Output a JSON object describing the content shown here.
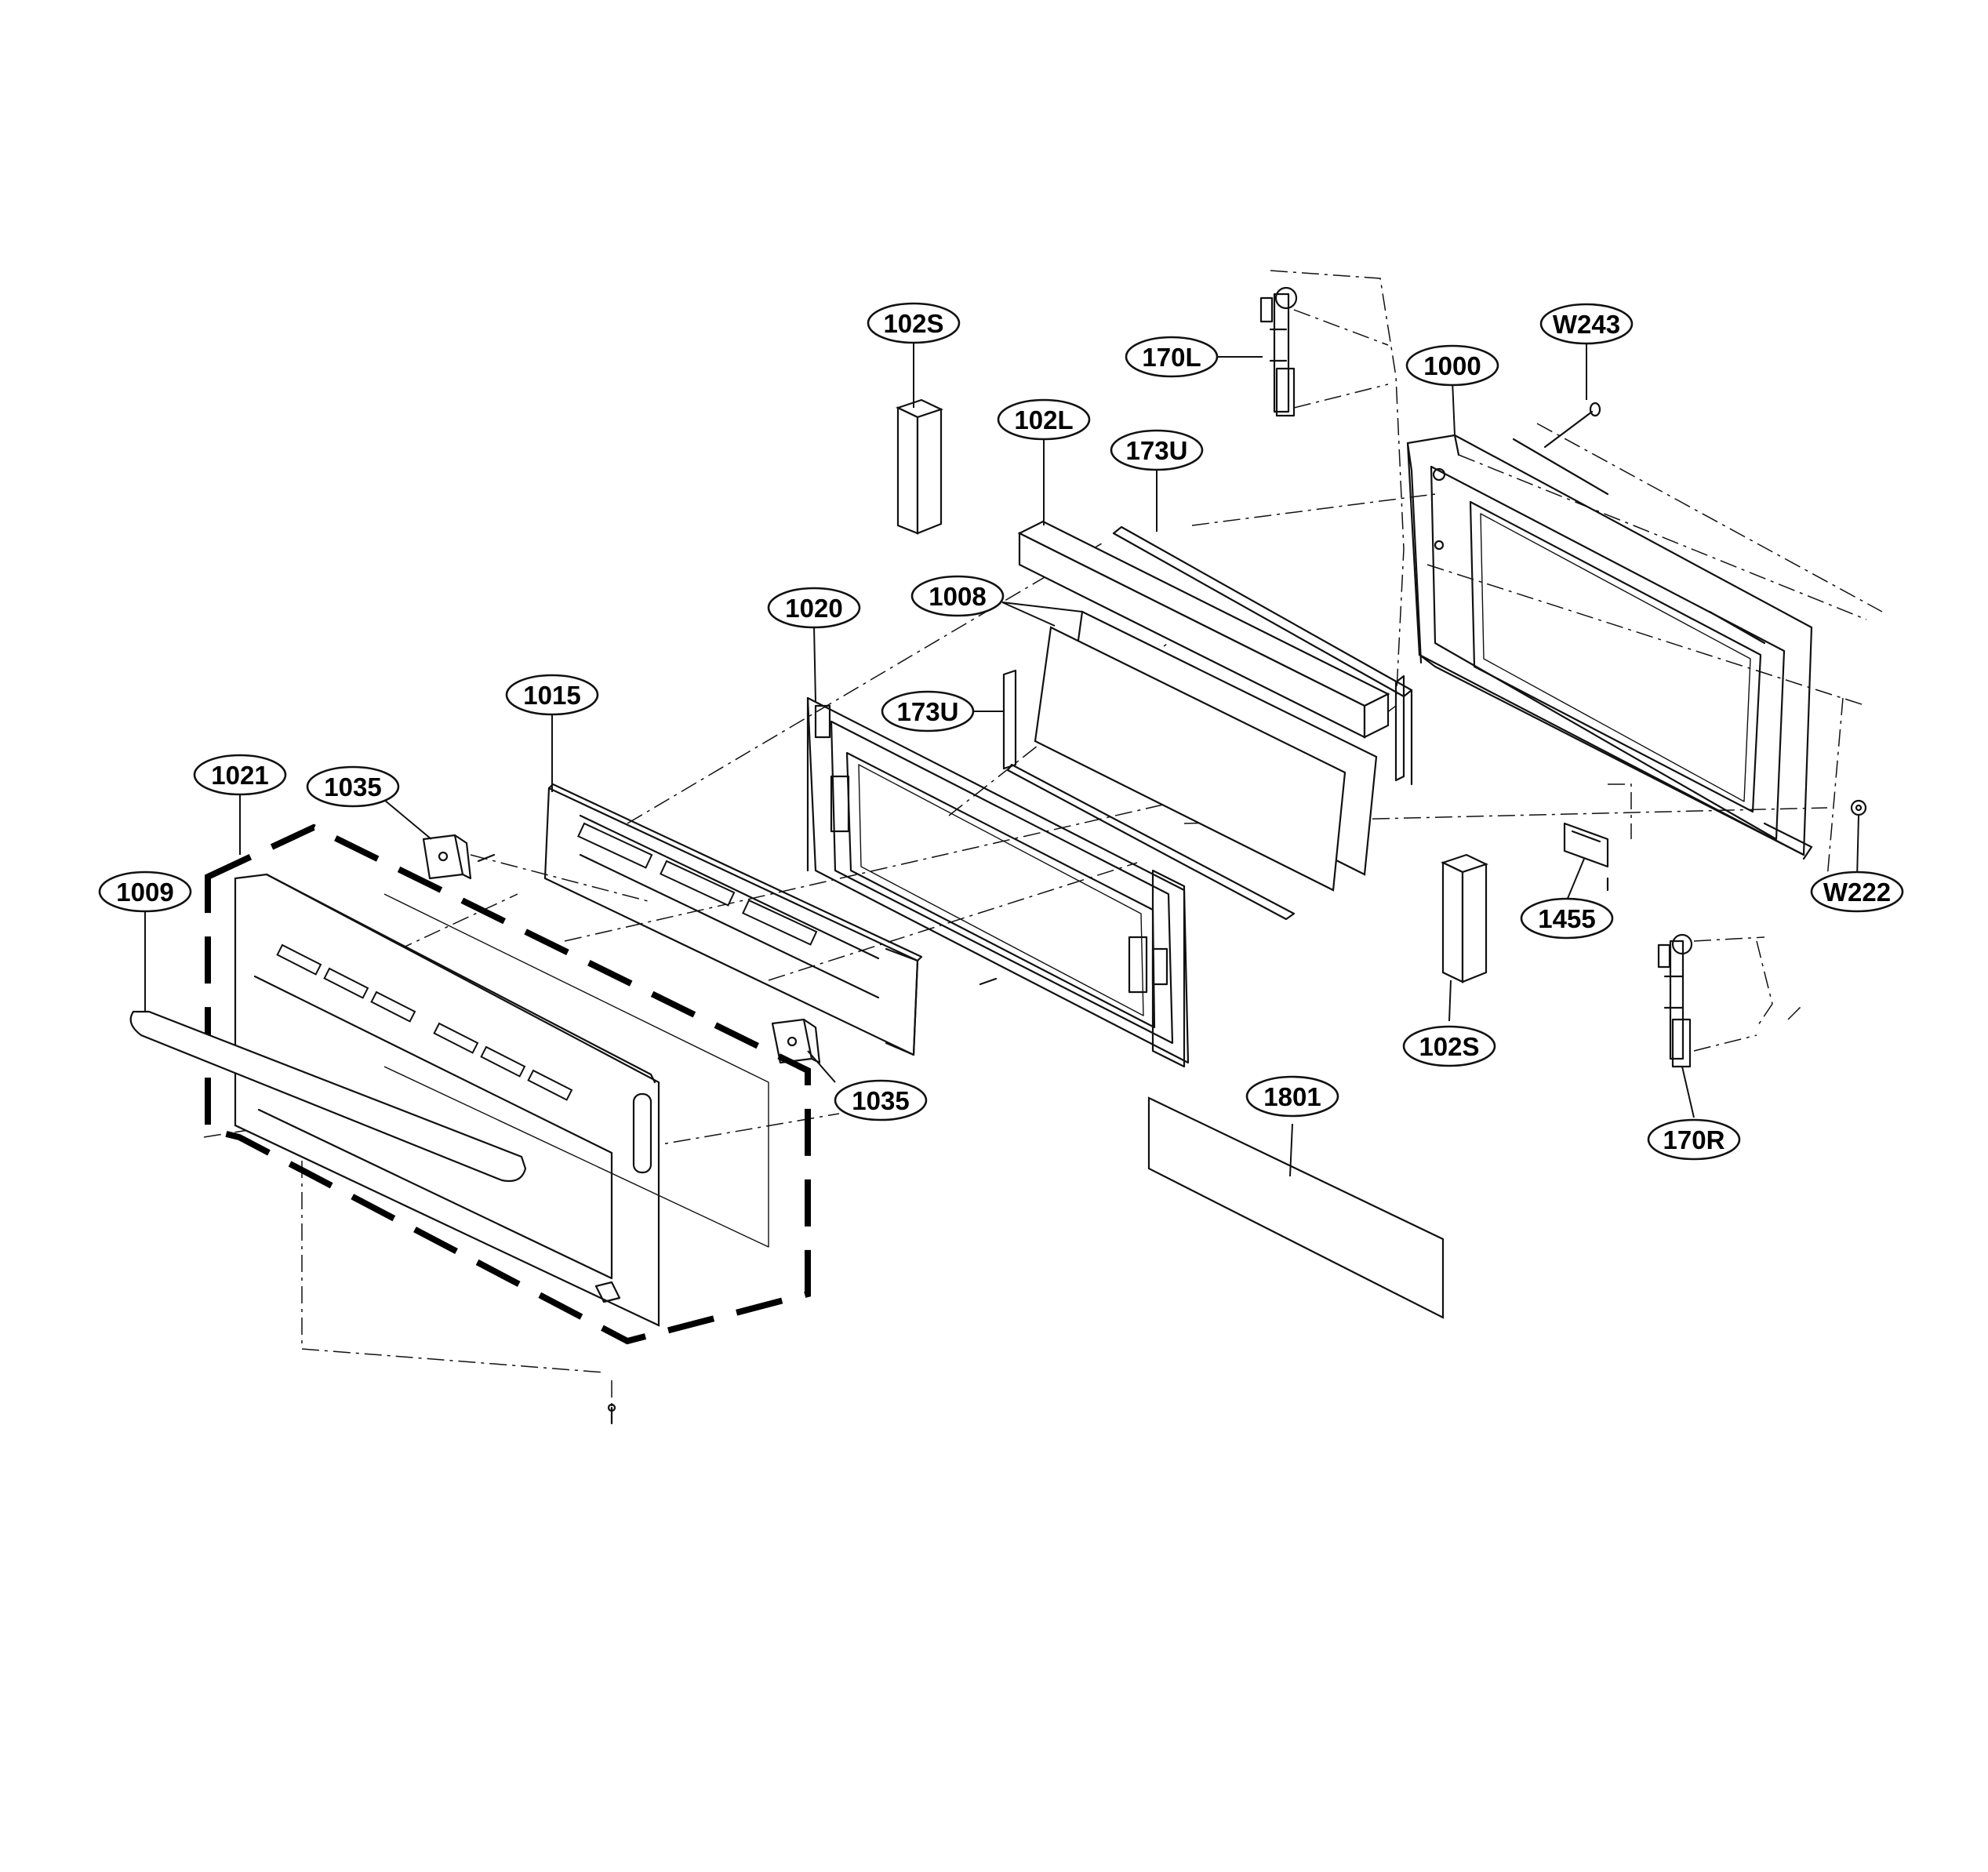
{
  "callouts": [
    {
      "id": "c-102s-top",
      "label": "102S"
    },
    {
      "id": "c-170l",
      "label": "170L"
    },
    {
      "id": "c-w243",
      "label": "W243"
    },
    {
      "id": "c-1000",
      "label": "1000"
    },
    {
      "id": "c-102l",
      "label": "102L"
    },
    {
      "id": "c-173u-top",
      "label": "173U"
    },
    {
      "id": "c-1020",
      "label": "1020"
    },
    {
      "id": "c-1008",
      "label": "1008"
    },
    {
      "id": "c-173u-mid",
      "label": "173U"
    },
    {
      "id": "c-1015",
      "label": "1015"
    },
    {
      "id": "c-1021",
      "label": "1021"
    },
    {
      "id": "c-1035-left",
      "label": "1035"
    },
    {
      "id": "c-1009",
      "label": "1009"
    },
    {
      "id": "c-1035-right",
      "label": "1035"
    },
    {
      "id": "c-1455",
      "label": "1455"
    },
    {
      "id": "c-w222",
      "label": "W222"
    },
    {
      "id": "c-102s-bottom",
      "label": "102S"
    },
    {
      "id": "c-1801",
      "label": "1801"
    },
    {
      "id": "c-170r",
      "label": "170R"
    }
  ]
}
